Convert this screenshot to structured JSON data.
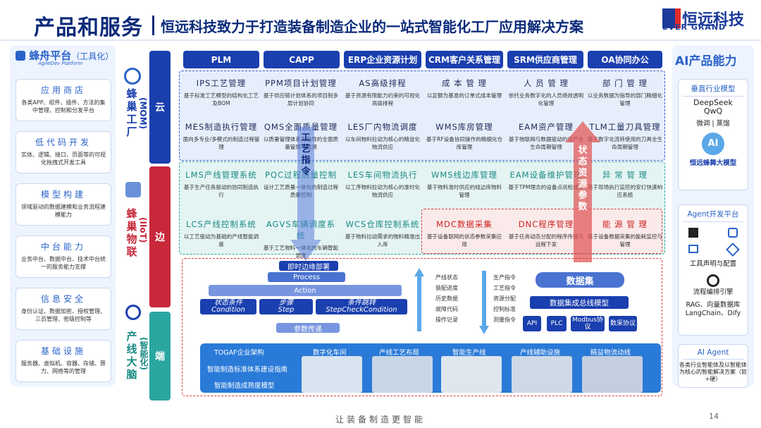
{
  "header": {
    "title": "产品和服务",
    "subtitle": "恒远科技致力于打造装备制造企业的一站式智能化工厂应用解决方案",
    "logo_cn": "恒远科技",
    "logo_en": "EVER GRAND"
  },
  "left": {
    "title": "蜂舟平台",
    "title_suffix": "（工具化）",
    "subtitle": "AgileDev Platform",
    "boxes": [
      {
        "title": "应用商店",
        "desc": "各类APP、组件、插件、方法的集中管理、控制和分发平台"
      },
      {
        "title": "低代码开发",
        "desc": "实体、逻辑、接口、页面等的可视化拖拽式开发工具"
      },
      {
        "title": "模型构建",
        "desc": "领域驱动的数据建模和业务流程建模能力"
      },
      {
        "title": "中台能力",
        "desc": "业务中台、数据中台、技术中台统一的服务能力支撑"
      },
      {
        "title": "信息安全",
        "desc": "身份认证、数据加密、授权管理、三员管理、密级控制等"
      },
      {
        "title": "基础设施",
        "desc": "服务器、虚拟机、容器、存储、算力、网络等的管理"
      }
    ]
  },
  "pillars": [
    {
      "name": "蜂巢工厂",
      "sub": "(MOM)",
      "layer": "云"
    },
    {
      "name": "蜂巢物联",
      "sub": "(IIoT)",
      "layer": "边"
    },
    {
      "name": "产线大脑",
      "sub": "(智能化)",
      "layer": "端"
    }
  ],
  "nav": [
    "PLM",
    "CAPP",
    "ERP企业资源计划",
    "CRM客户关系管理",
    "SRM供应商管理",
    "OA协同办公"
  ],
  "cloud_row1": [
    {
      "t": "IPS工艺管理",
      "d": "基于标准工艺模型的结构化工艺及BOM"
    },
    {
      "t": "PPM项目计划管理",
      "d": "基于供应链计划体系的项目制多层计划协同"
    },
    {
      "t": "AS高级排程",
      "d": "基于资源有限能力约束的可视化高级排程"
    },
    {
      "t": "成 本 管 理",
      "d": "以定额为基准的订单式成本管理"
    },
    {
      "t": "人 员 管 理",
      "d": "依托业务数字化的人员绩效透明化管理"
    },
    {
      "t": "部 门 管 理",
      "d": "以业务数据为指导的部门精细化管理"
    }
  ],
  "cloud_row2": [
    {
      "t": "MES制造执行管理",
      "d": "面向多专业/多模式的制造过程管理"
    },
    {
      "t": "QMS全面质量管理",
      "d": "以质量管理体系为指导的全面质量管理与追溯"
    },
    {
      "t": "LES厂内物流调度",
      "d": "以车间物料拉动为核心的精益化物流供应"
    },
    {
      "t": "WMS库房管理",
      "d": "基于RF设备协同操作的精细化仓库管理"
    },
    {
      "t": "EAM资产管理",
      "d": "基于物联网与数据驱动的资产全生命周期管理"
    },
    {
      "t": "TLM工量刀具管理",
      "d": "基于数字化流转使用的刀具全生命周期管理"
    }
  ],
  "edge_row1": [
    {
      "t": "LMS产线管理系统",
      "d": "基于生产任务驱动的协同制造执行"
    },
    {
      "t": "PQC过程质量控制",
      "d": "设计工艺质量一体化的制造过程质量控制"
    },
    {
      "t": "LES车间物流执行",
      "d": "以工序物料拉动为核心的准时化物流供应"
    },
    {
      "t": "WMS线边库管理",
      "d": "基于物料准时供应的线边库物料管理"
    },
    {
      "t": "EAM设备维护管理",
      "d": "基于TPM理念的设备点巡检维保"
    },
    {
      "t": "异 常 管 理",
      "d": "基于现场执行监控的安灯快速响应系统"
    }
  ],
  "edge_row2": [
    {
      "t": "LCS产线控制系统",
      "d": "以工艺驱动为基础的产线智能调度"
    },
    {
      "t": "AGVS车辆调度系统",
      "d": "基于工艺物料一体化的车辆智能调度"
    },
    {
      "t": "WCS仓库控制系统",
      "d": "基于物料拉动需求的物料精准出入库"
    },
    {
      "t": "MDC数据采集",
      "d": "基于设备联网的状态参数采集应用"
    },
    {
      "t": "DNC程序管理",
      "d": "基于任务动态分配的程序传输与远程下发"
    },
    {
      "t": "能 源 管 理",
      "d": "基于设备数据采集的能耗监控与管理"
    }
  ],
  "arrows": {
    "down": "工艺指令",
    "up": "状态资源参数"
  },
  "bottom": {
    "deploy": "即时边缘部署",
    "process": "Process",
    "action": "Action",
    "steps": [
      {
        "cn": "状态条件",
        "en": "Condition"
      },
      {
        "cn": "步骤",
        "en": "Step"
      },
      {
        "cn": "条件跳转",
        "en": "StepCheckCondition"
      }
    ],
    "param": "参数传递",
    "up_list": [
      "产线状态",
      "装配进度",
      "历史数据",
      "故障代码",
      "操作记录"
    ],
    "down_list": [
      "生产指令",
      "工艺指令",
      "资源分配",
      "控制标准",
      "测量指令"
    ],
    "dataset": "数据集",
    "bus": "数据集成总线模型",
    "protocols": [
      "API",
      "PLC",
      "Modbus协议",
      "数采协议"
    ],
    "togaf": [
      "TOGAF企业架构",
      "智能制造标准体系建设指南",
      "智能制造成熟度模型"
    ],
    "screens": [
      "数字化车间",
      "产线工艺布局",
      "智能生产线",
      "产线辅助设施",
      "精益物流动线"
    ]
  },
  "right": {
    "title": "AI产品能力",
    "box1": {
      "title": "垂直行业模型",
      "lines": [
        "DeepSeek",
        "QwQ"
      ],
      "tags": "微调 | 蒸馏",
      "ai": "AI",
      "bottom": "恒远蜂舞大模型"
    },
    "box2": {
      "title": "Agent开发平台",
      "lines": [
        "工具声明与配置",
        "流程编排引擎",
        "RAG、向量数据库LangChain、Dify"
      ]
    },
    "box3": {
      "title": "AI Agent",
      "desc": "各类行业智能体及以智能体为核心的智能解决方案（软+硬）"
    }
  },
  "footer": "让装备制造更智能",
  "page": "14"
}
